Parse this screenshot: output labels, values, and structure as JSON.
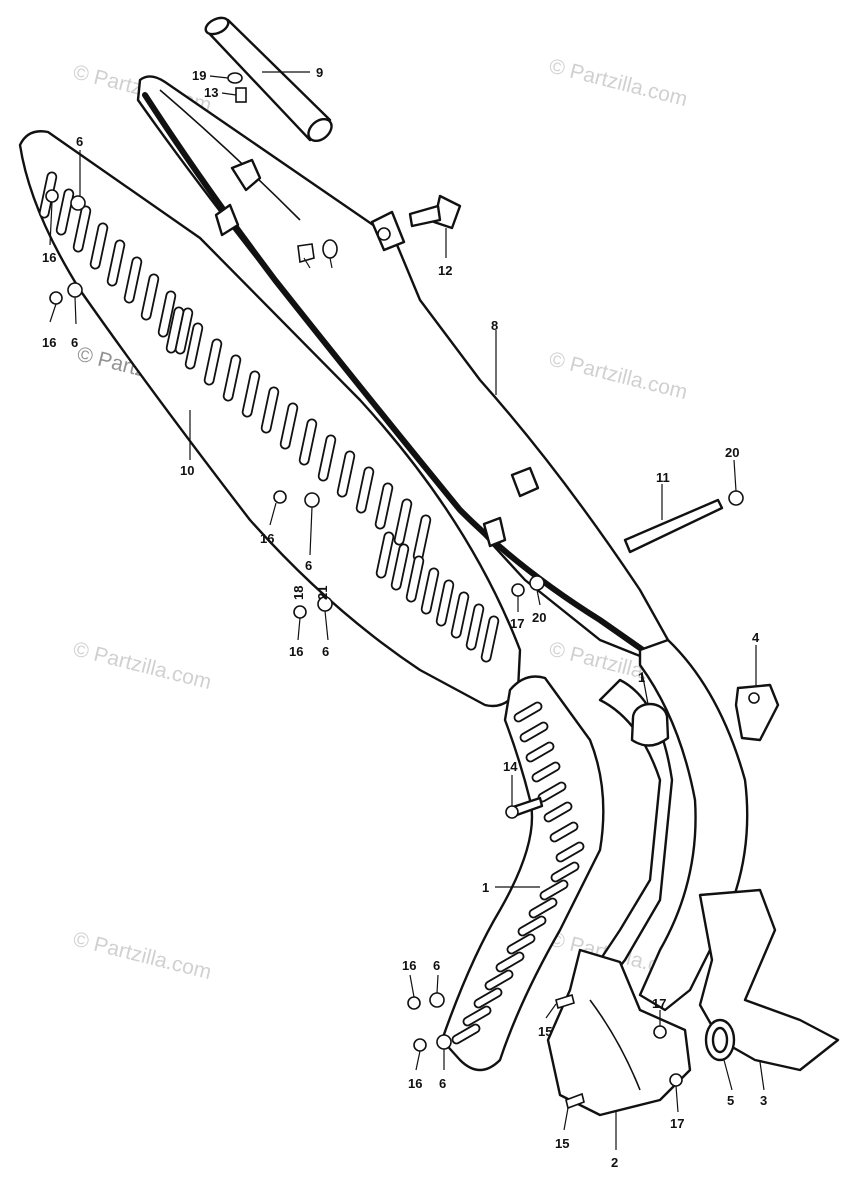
{
  "watermark": {
    "text": "© Partzilla.com",
    "color_light": "#bdbdbd",
    "color_dark": "#777777"
  },
  "callouts": {
    "c1a": "1",
    "c1b": "1",
    "c2": "2",
    "c3": "3",
    "c4": "4",
    "c5": "5",
    "c6a": "6",
    "c6b": "6",
    "c6c": "6",
    "c6d": "6",
    "c6e": "6",
    "c6f": "6",
    "c8": "8",
    "c9": "9",
    "c10": "10",
    "c11": "11",
    "c12": "12",
    "c13": "13",
    "c14": "14",
    "c15a": "15",
    "c15b": "15",
    "c16a": "16",
    "c16b": "16",
    "c16c": "16",
    "c16d": "16",
    "c16e": "16",
    "c16f": "16",
    "c17a": "17",
    "c17b": "17",
    "c17c": "17",
    "c18": "18",
    "c19": "19",
    "c20a": "20",
    "c20b": "20",
    "c21": "21"
  }
}
